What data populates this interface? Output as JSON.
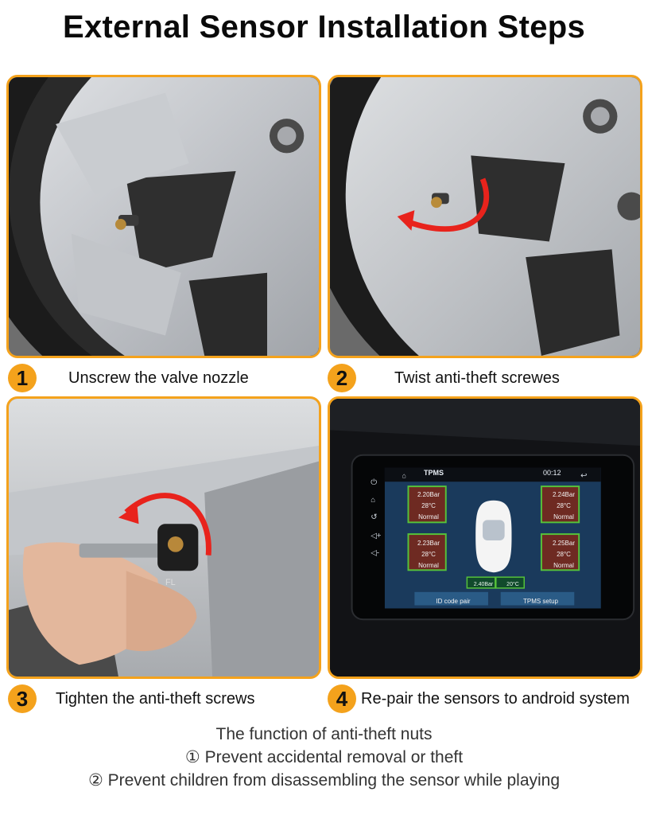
{
  "title": "External Sensor Installation Steps",
  "accent_color": "#f4a21c",
  "steps": [
    {
      "number": "1",
      "label": "Unscrew the valve nozzle"
    },
    {
      "number": "2",
      "label": "Twist anti-theft screwes"
    },
    {
      "number": "3",
      "label": "Tighten the anti-theft screws"
    },
    {
      "number": "4",
      "label": "Re-pair the sensors to android system"
    }
  ],
  "notes": {
    "heading": "The function of anti-theft nuts",
    "items": [
      "① Prevent accidental removal or theft",
      "② Prevent children from disassembling the sensor while playing"
    ]
  },
  "photo3": {
    "sensor_tag": "FL"
  },
  "tpms_screen": {
    "app_title": "TPMS",
    "time": "00:12",
    "tires": [
      {
        "pressure": "2.20Bar",
        "temp": "28°C",
        "status": "Normal"
      },
      {
        "pressure": "2.24Bar",
        "temp": "28°C",
        "status": "Normal"
      },
      {
        "pressure": "2.23Bar",
        "temp": "28°C",
        "status": "Normal"
      },
      {
        "pressure": "2.25Bar",
        "temp": "28°C",
        "status": "Normal"
      }
    ],
    "spare_pressure": "2.40Bar",
    "spare_temp": "20°C",
    "buttons": [
      "ID code pair",
      "TPMS setup"
    ]
  }
}
